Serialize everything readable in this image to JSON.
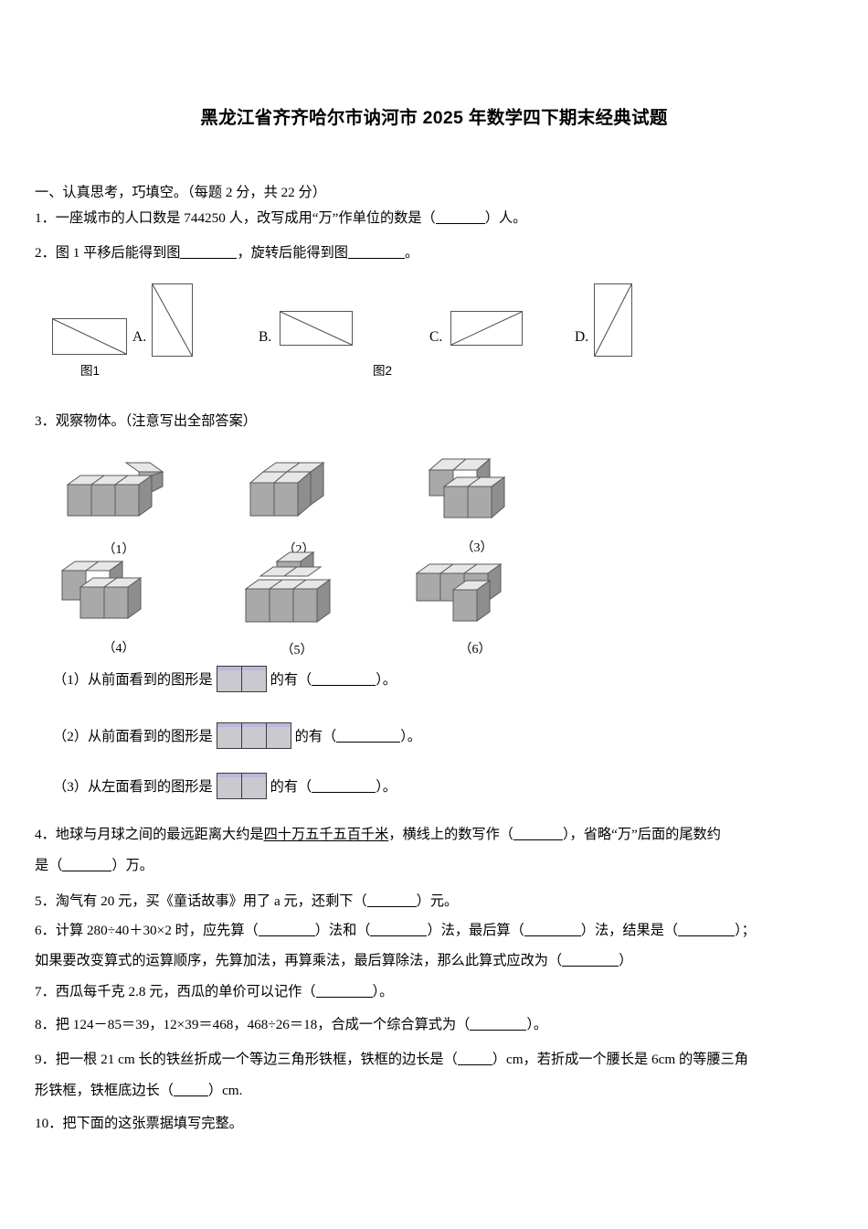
{
  "document": {
    "title": "黑龙江省齐齐哈尔市讷河市 2025 年数学四下期末经典试题"
  },
  "section1": {
    "heading": "一、认真思考，巧填空。（每题 2 分，共 22 分）",
    "q1": {
      "prefix": "1．一座城市的人口数是 744250 人，改写成用“万”作单位的数是（",
      "suffix": "）人。"
    },
    "q2": {
      "prefix": "2．图 1 平移后能得到图",
      "middle": "，旋转后能得到图",
      "suffix": "。"
    },
    "q3": {
      "heading": "3．观察物体。（注意写出全部答案）",
      "sub1_prefix": "（1）从前面看到的图形是",
      "sub1_mid": "的有（",
      "sub1_suffix": "）。",
      "sub2_prefix": "（2）从前面看到的图形是",
      "sub2_mid": "的有（",
      "sub2_suffix": "）。",
      "sub3_prefix": "（3）从左面看到的图形是",
      "sub3_mid": "的有（",
      "sub3_suffix": "）。"
    },
    "q4": {
      "part_a": "4．地球与月球之间的最远距离大约是",
      "underlined": "四十万五千五百千米",
      "part_b": "，横线上的数写作（",
      "part_c": "），省略“万”后面的尾数约",
      "line2_a": "是（",
      "line2_b": "）万。"
    },
    "q5": {
      "prefix": "5．淘气有 20 元，买《童话故事》用了 a 元，还剩下（",
      "suffix": "）元。"
    },
    "q6": {
      "l1_a": "6．计算 280÷40＋30×2 时，应先算（",
      "l1_b": "）法和（",
      "l1_c": "）法，最后算（",
      "l1_d": "）法，结果是（",
      "l1_e": "）；",
      "l2_a": "如果要改变算式的运算顺序，先算加法，再算乘法，最后算除法，那么此算式应改为（",
      "l2_b": "）"
    },
    "q7": {
      "prefix": "7．西瓜每千克 2.8 元，西瓜的单价可以记作（",
      "suffix": "）。"
    },
    "q8": {
      "prefix": "8．把 124－85＝39，12×39＝468，468÷26＝18，合成一个综合算式为（",
      "suffix": "）。"
    },
    "q9": {
      "l1_a": "9．把一根 21 cm 长的铁丝折成一个等边三角形铁框，铁框的边长是（",
      "l1_b": "）cm，若折成一个腰长是 6cm 的等腰三角",
      "l2_a": "形铁框，铁框底边长（",
      "l2_b": "）cm."
    },
    "q10": {
      "text": "10．把下面的这张票据填写完整。"
    }
  },
  "figures": {
    "row1": {
      "caption1": "图1",
      "caption2": "图2",
      "options": [
        {
          "label": "A.",
          "orientation": "portrait",
          "diagonal": "tl-br"
        },
        {
          "label": "B.",
          "orientation": "landscape",
          "diagonal": "tl-br"
        },
        {
          "label": "C.",
          "orientation": "landscape",
          "diagonal": "bl-tr"
        },
        {
          "label": "D.",
          "orientation": "portrait",
          "diagonal": "bl-tr"
        }
      ]
    },
    "cubes": [
      {
        "caption": "（1）"
      },
      {
        "caption": "（2）"
      },
      {
        "caption": "（3）"
      },
      {
        "caption": "（4）"
      },
      {
        "caption": "（5）"
      },
      {
        "caption": "（6）"
      }
    ]
  },
  "colors": {
    "cube_top": "#e7e7e7",
    "cube_front": "#a9a9a9",
    "cube_side": "#8e8e8e",
    "cube_edge": "#5a5a5a",
    "viewbox_fill": "#c9c9cf",
    "viewbox_border": "#3a3a3a",
    "viewbox_tint": "#b9b9dd",
    "rect_stroke": "#555555",
    "text": "#000000"
  }
}
